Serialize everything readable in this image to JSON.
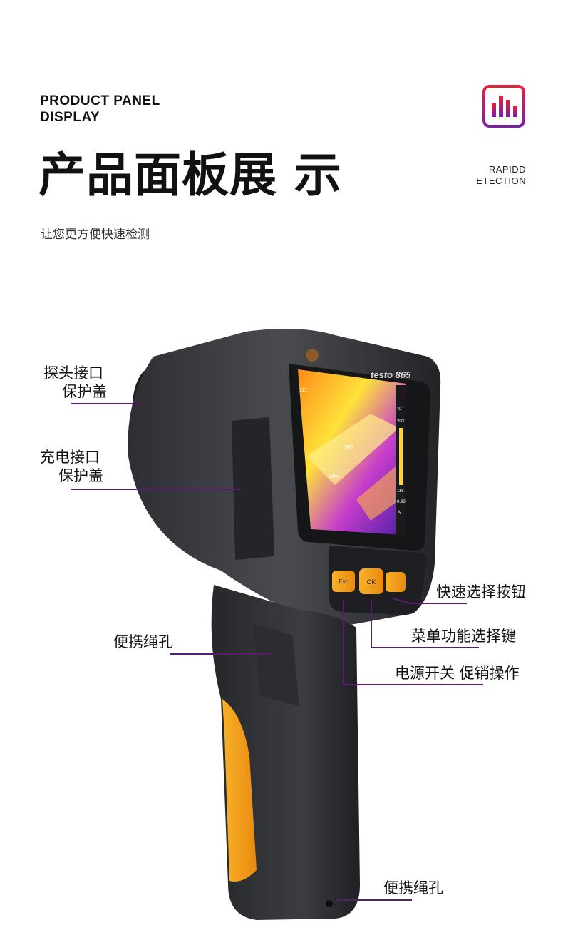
{
  "header": {
    "en_line1": "PRODUCT PANEL",
    "en_line2": "DISPLAY",
    "title": "产品面板展 示",
    "subtitle": "让您更方便快速检测",
    "tag_line1": "RAPIDD",
    "tag_line2": "ETECTION"
  },
  "device": {
    "brand": "testo 865",
    "screen_values": [
      "117",
      "°C",
      "203",
      "192",
      "285",
      "116",
      "0.93",
      "A"
    ],
    "buttons": [
      "Esc",
      "OK"
    ]
  },
  "labels": {
    "probe_cover_1": "探头接口",
    "probe_cover_2": "保护盖",
    "charge_cover_1": "充电接口",
    "charge_cover_2": "保护盖",
    "lanyard_hole_1": "便携绳孔",
    "quick_select": "快速选择按钮",
    "menu_select": "菜单功能选择键",
    "power": "电源开关 促销操作",
    "lanyard_hole_2": "便携绳孔"
  },
  "colors": {
    "accent_gradient_start": "#e2233a",
    "accent_gradient_end": "#6b1a9e",
    "device_orange": "#f59a16"
  }
}
